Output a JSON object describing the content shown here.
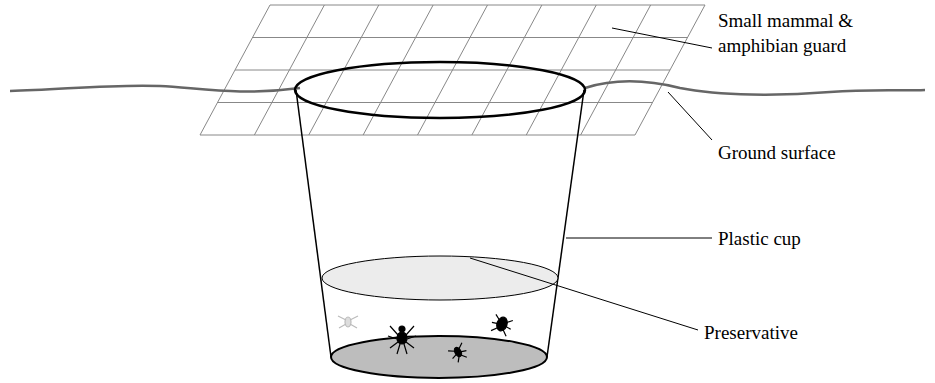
{
  "diagram": {
    "labels": [
      "Small mammal & amphibian guard",
      "Ground surface",
      "Plastic cup",
      "Preservative"
    ]
  }
}
